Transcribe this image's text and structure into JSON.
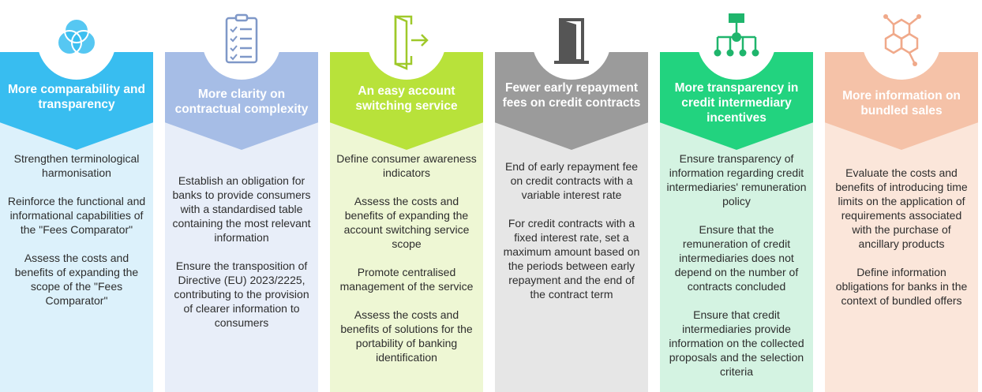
{
  "columns": [
    {
      "title": "More comparability and transparency",
      "icon": "overlapping-circles-icon",
      "header_color": "#38bdf0",
      "body_color": "#dcf1fb",
      "items": [
        "Strengthen terminological harmonisation",
        "Reinforce the functional and informational capabilities of the \"Fees Comparator\"",
        "Assess the costs and benefits of expanding the scope of the \"Fees Comparator\""
      ]
    },
    {
      "title": "More clarity on contractual complexity",
      "icon": "checklist-icon",
      "header_color": "#a6bde6",
      "body_color": "#e8eef9",
      "items": [
        "Establish an obligation for banks to provide consumers with a standardised table containing the most relevant information",
        "Ensure the transposition of Directive (EU) 2023/2225, contributing to the provision of clearer information to consumers"
      ]
    },
    {
      "title": "An easy account switching service",
      "icon": "exit-door-arrow-icon",
      "header_color": "#b8e23a",
      "body_color": "#eef7d4",
      "items": [
        "Define consumer awareness indicators",
        "Assess the costs and benefits of expanding the account switching service scope",
        "Promote centralised management of the service",
        "Assess the costs and benefits of solutions for the portability of banking identification"
      ]
    },
    {
      "title": "Fewer early repayment fees on credit contracts",
      "icon": "door-icon",
      "header_color": "#9b9b9b",
      "body_color": "#e6e6e6",
      "items": [
        "End of early repayment fee on credit contracts with a variable interest rate",
        "For credit contracts with a fixed interest rate, set a maximum amount based on the periods between early repayment and the end of the contract term"
      ]
    },
    {
      "title": "More transparency in credit intermediary incentives",
      "icon": "hierarchy-network-icon",
      "header_color": "#22d37f",
      "body_color": "#d4f3e2",
      "items": [
        "Ensure transparency of information regarding credit intermediaries' remuneration policy",
        "Ensure that the remuneration of credit intermediaries does not depend on the number of contracts concluded",
        "Ensure that credit intermediaries provide information on the collected proposals and the selection criteria"
      ]
    },
    {
      "title": "More information on bundled sales",
      "icon": "hexagon-molecule-icon",
      "header_color": "#f5c2a8",
      "body_color": "#fbe6da",
      "items": [
        "Evaluate the costs and benefits of introducing time limits on the application of requirements associated with the purchase of ancillary products",
        "Define information obligations for banks in the context of bundled offers"
      ]
    }
  ]
}
